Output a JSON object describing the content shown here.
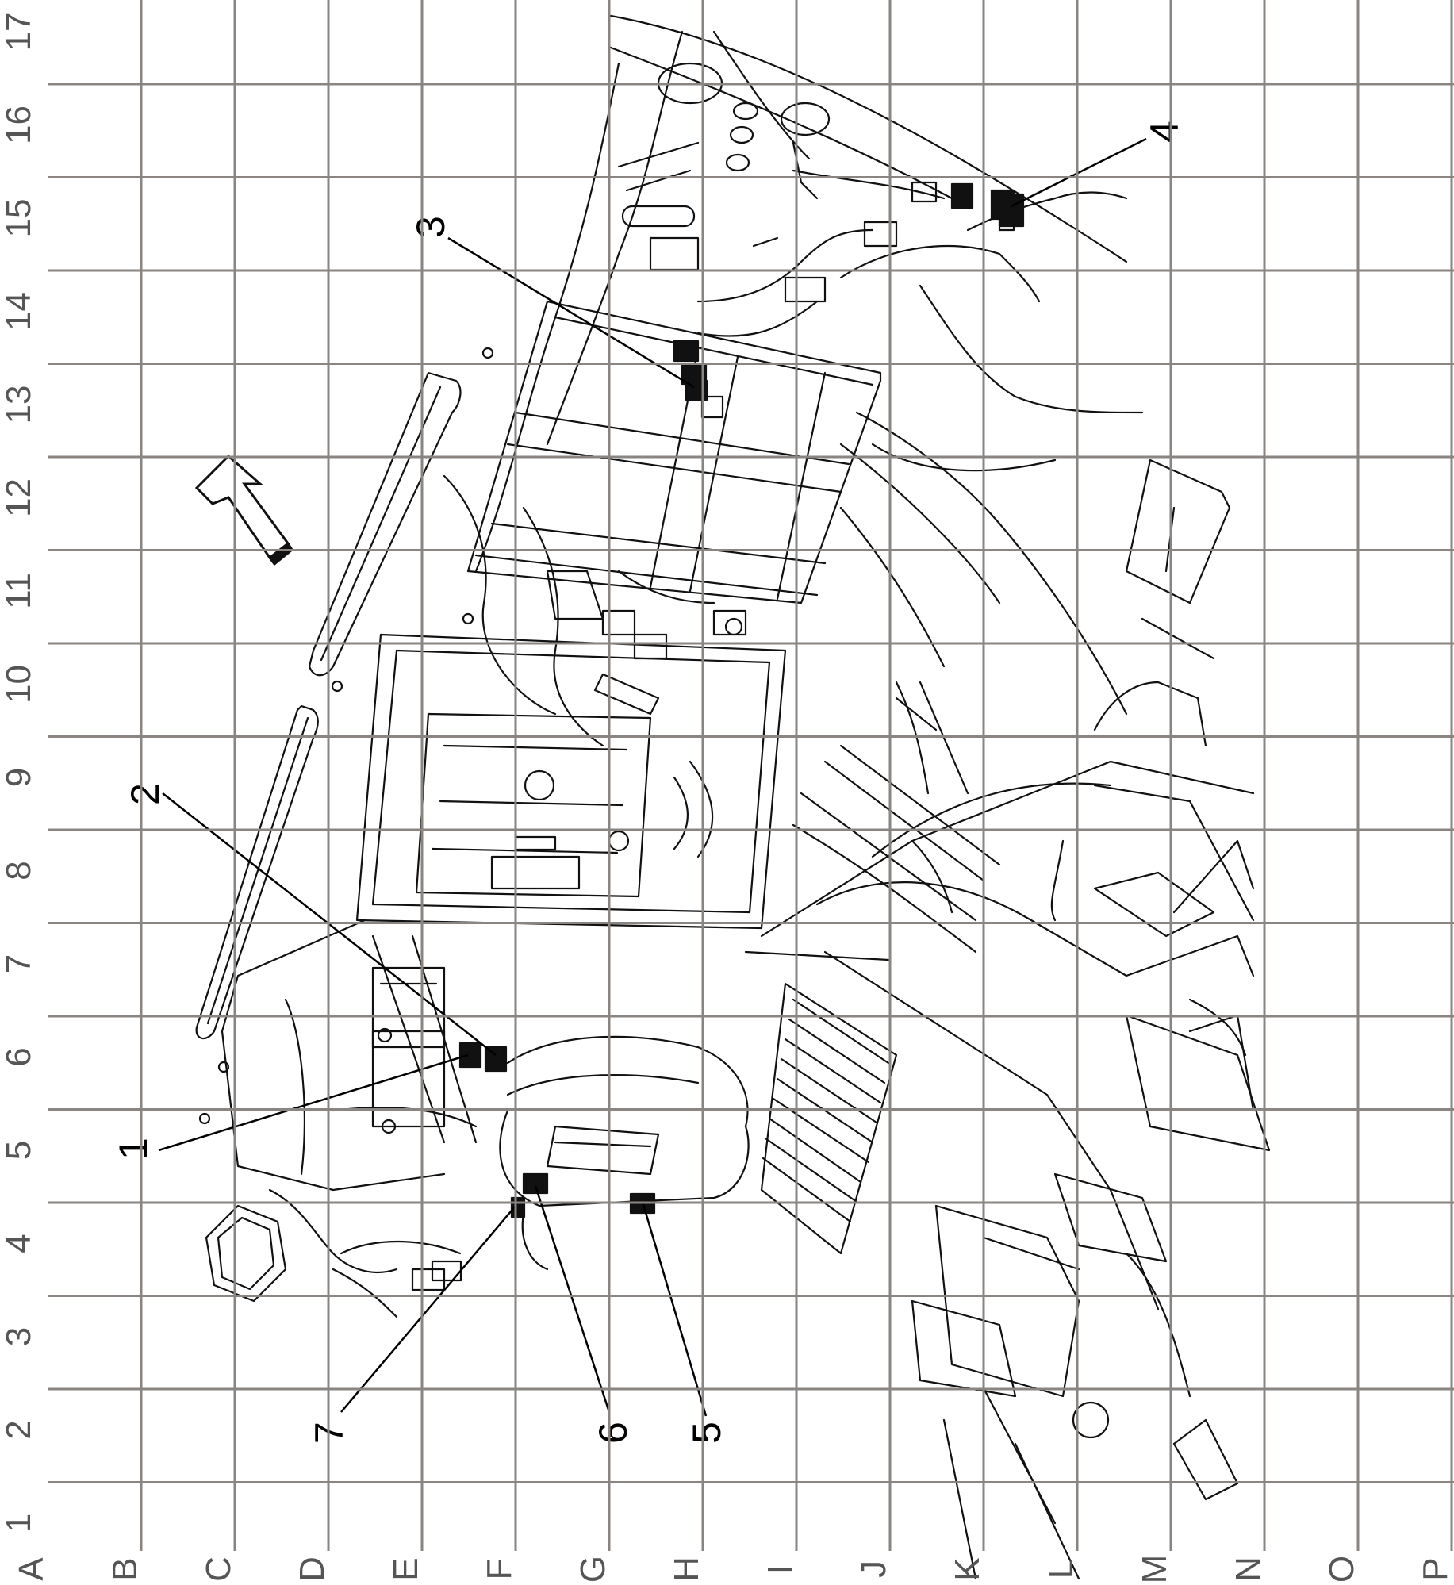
{
  "grid": {
    "column_labels": [
      "A",
      "B",
      "C",
      "D",
      "E",
      "F",
      "G",
      "H",
      "I",
      "J",
      "K",
      "L",
      "M",
      "N",
      "O",
      "P"
    ],
    "row_labels": [
      "1",
      "2",
      "3",
      "4",
      "5",
      "6",
      "7",
      "8",
      "9",
      "10",
      "11",
      "12",
      "13",
      "14",
      "15",
      "16",
      "17"
    ]
  },
  "callouts": [
    {
      "id": "1",
      "label": "1"
    },
    {
      "id": "2",
      "label": "2"
    },
    {
      "id": "3",
      "label": "3"
    },
    {
      "id": "4",
      "label": "4"
    },
    {
      "id": "5",
      "label": "5"
    },
    {
      "id": "6",
      "label": "6"
    },
    {
      "id": "7",
      "label": "7"
    }
  ],
  "colors": {
    "grid": "#8a8580",
    "ink": "#111111",
    "labels": "#555555"
  },
  "icons": {
    "direction": "front-direction-arrow-icon"
  }
}
